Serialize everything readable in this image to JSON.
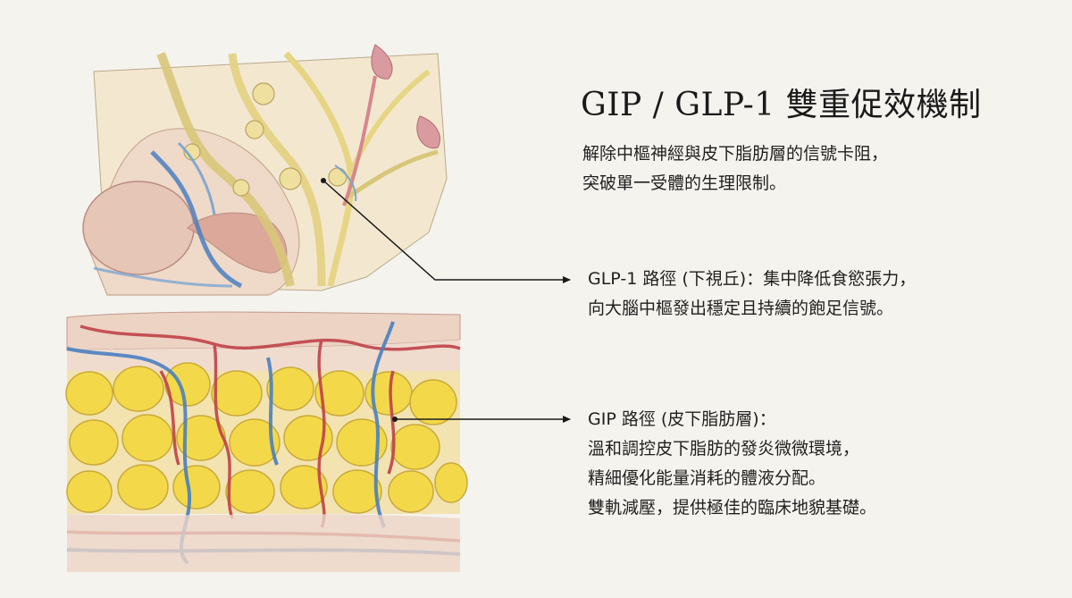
{
  "title": "GIP / GLP-1 雙重促效機制",
  "intro": {
    "lines": [
      "解除中樞神經與皮下脂肪層的信號卡阻，",
      "突破單一受體的生理限制。"
    ]
  },
  "glp1_pathway": {
    "lines": [
      "GLP-1 路徑 (下視丘)：集中降低食慾張力，",
      "向大腦中樞發出穩定且持續的飽足信號。"
    ]
  },
  "gip_pathway": {
    "lines": [
      "GIP 路徑 (皮下脂肪層)：",
      "溫和調控皮下脂肪的發炎微微環境，",
      "精細優化能量消耗的體液分配。",
      "雙軌減壓，提供極佳的臨床地貌基礎。"
    ]
  },
  "colors": {
    "background": "#f5f3ee",
    "nerve": "#e8d77a",
    "vein": "#4a7fc0",
    "artery": "#c0424a",
    "fat_cell": "#f3d94a",
    "tissue": "#e9c9b6"
  }
}
